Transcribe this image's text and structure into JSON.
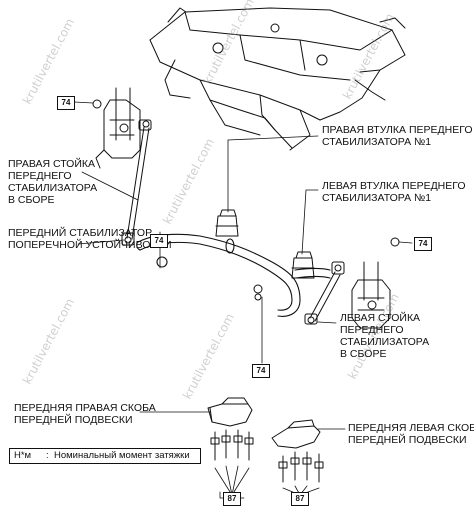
{
  "labels": {
    "right_bushing": [
      "ПРАВАЯ ВТУЛКА ПЕРЕДНЕГО",
      "СТАБИЛИЗАТОРА №1"
    ],
    "left_bushing": [
      "ЛЕВАЯ ВТУЛКА ПЕРЕДНЕГО",
      "СТАБИЛИЗАТОРА №1"
    ],
    "right_link": [
      "ПРАВАЯ СТОЙКА",
      "ПЕРЕДНЕГО",
      "СТАБИЛИЗАТОРА",
      "В СБОРЕ"
    ],
    "front_stabilizer": [
      "ПЕРЕДНИЙ СТАБИЛИЗАТОР",
      "ПОПЕРЕЧНОЙ УСТОЙЧИВОСТИ"
    ],
    "left_link": [
      "ЛЕВАЯ СТОЙКА",
      "ПЕРЕДНЕГО",
      "СТАБИЛИЗАТОРА",
      "В СБОРЕ"
    ],
    "right_bracket": [
      "ПЕРЕДНЯЯ ПРАВАЯ СКОБА",
      "ПЕРЕДНЕЙ ПОДВЕСКИ"
    ],
    "left_bracket": [
      "ПЕРЕДНЯЯ ЛЕВАЯ СКОБА",
      "ПЕРЕДНЕЙ ПОДВЕСКИ"
    ]
  },
  "torque_values": {
    "top_left": "74",
    "stabilizer": "74",
    "right_side": "74",
    "lower_center": "74",
    "bracket_right": "87",
    "bracket_left": "87"
  },
  "legend": {
    "unit": "Н*м",
    "separator": ":",
    "text": "Номинальный момент затяжки"
  },
  "watermark": "krutilvertel.com"
}
